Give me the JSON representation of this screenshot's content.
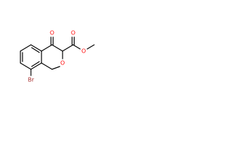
{
  "molecule": {
    "atoms": {
      "O_ketone": {
        "text": "O"
      },
      "O_ester_carbonyl": {
        "text": "O"
      },
      "O_ester_ether": {
        "text": "O"
      },
      "O_ring": {
        "text": "O"
      },
      "Br": {
        "text": "Br"
      }
    },
    "colors": {
      "bond": "#000000",
      "oxygen": "#ff0000",
      "bromine": "#a52a2a",
      "background": "#ffffff"
    }
  }
}
